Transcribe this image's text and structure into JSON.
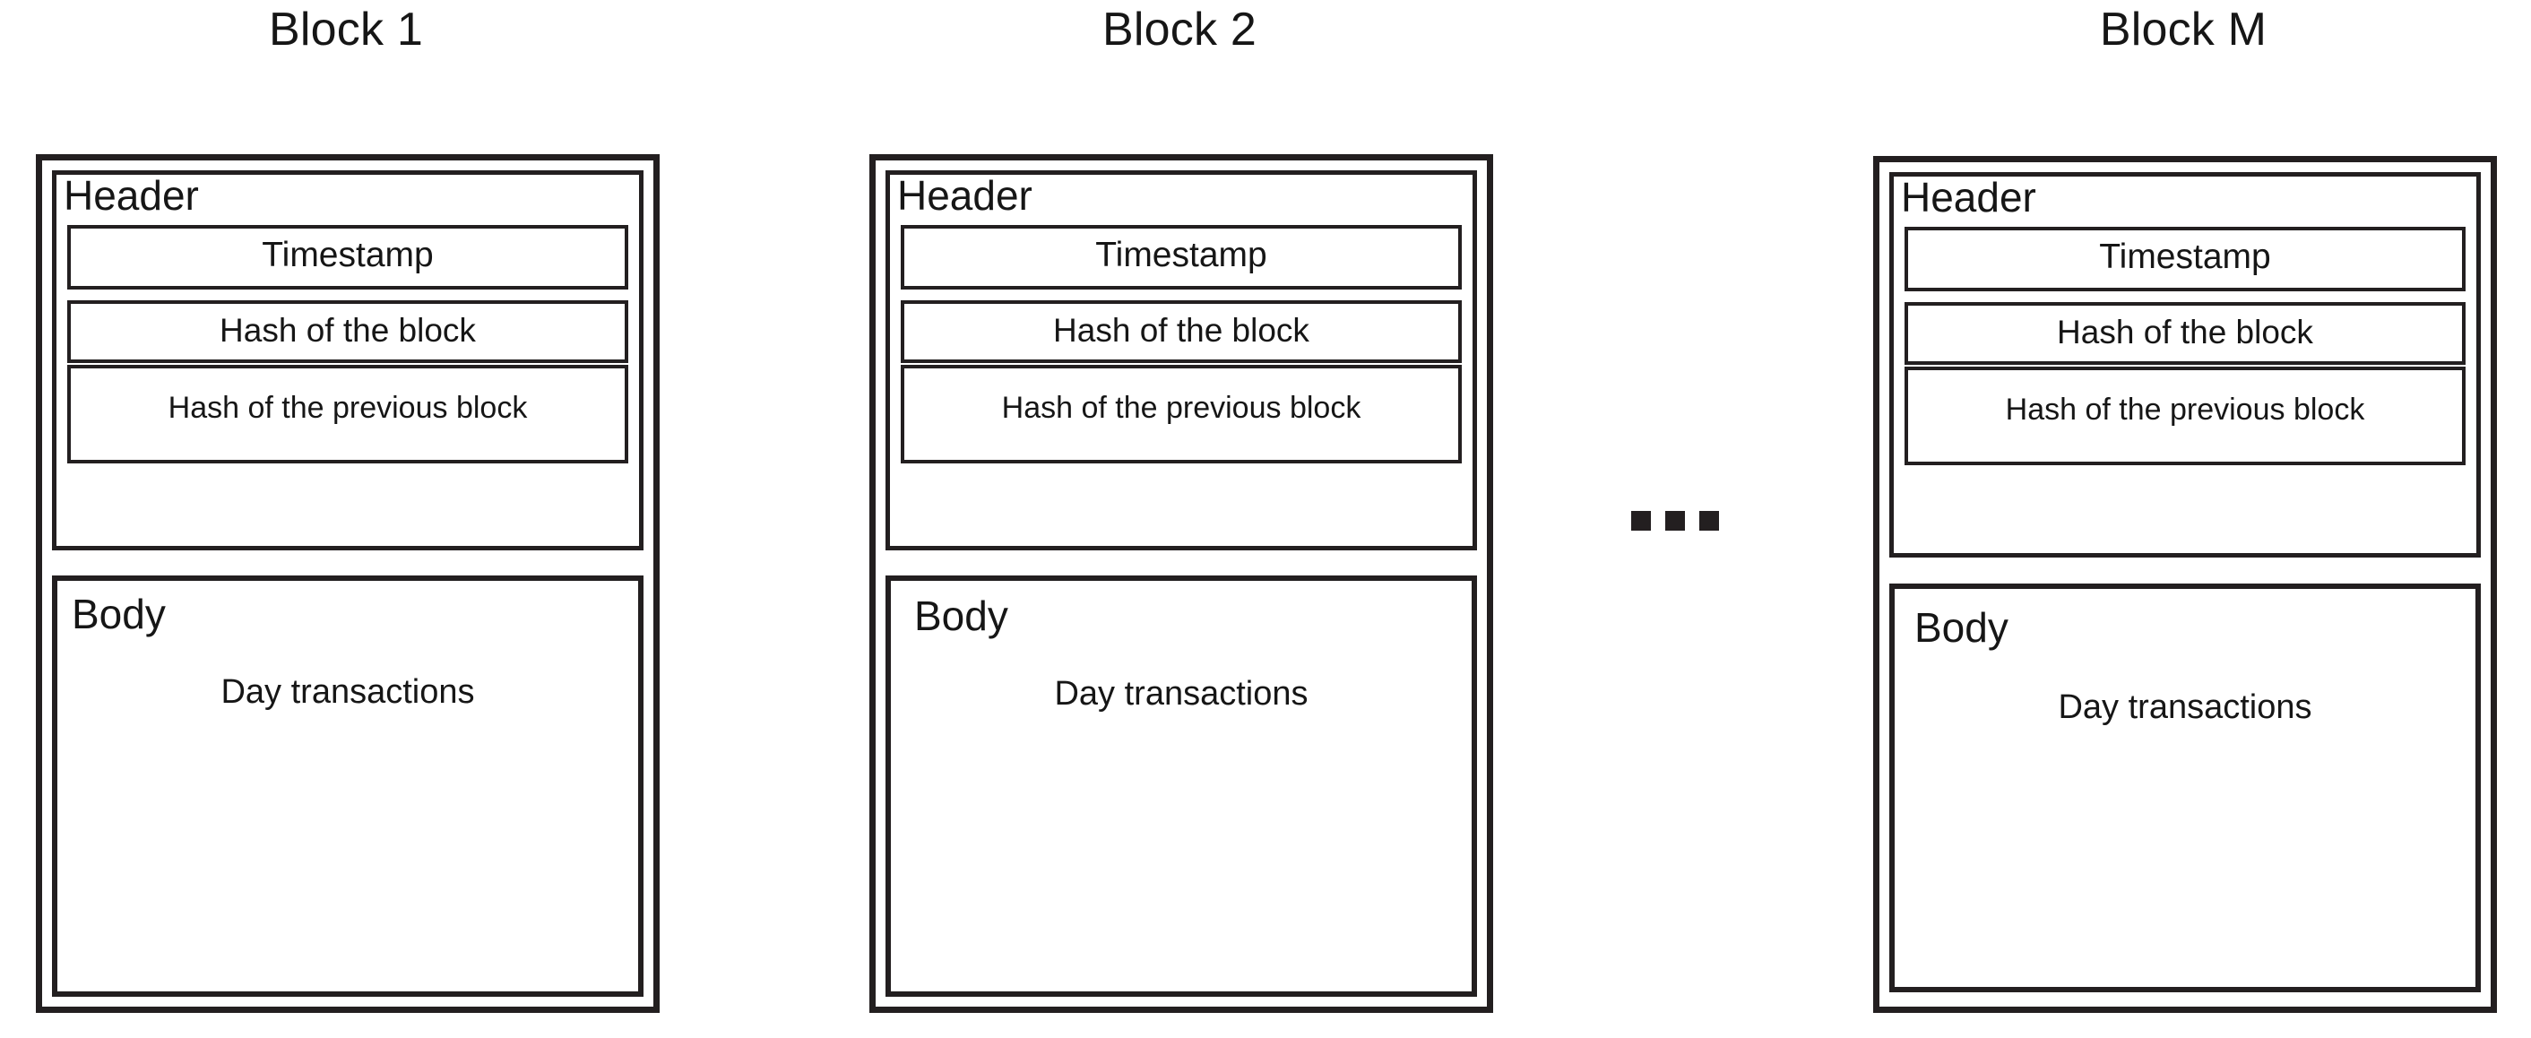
{
  "diagram": {
    "title_text": "",
    "line_color": "#231f20",
    "text_color": "#161616",
    "background": "#ffffff",
    "blocks": [
      {
        "caption": "Block 1",
        "header": {
          "title": "Header",
          "fields": [
            {
              "label": "Timestamp"
            },
            {
              "label": "Hash of the block"
            },
            {
              "label": "Hash of the previous block"
            }
          ]
        },
        "body": {
          "title": "Body",
          "content": "Day transactions"
        }
      },
      {
        "caption": "Block 2",
        "header": {
          "title": "Header",
          "fields": [
            {
              "label": "Timestamp"
            },
            {
              "label": "Hash of the block"
            },
            {
              "label": "Hash of the previous block"
            }
          ]
        },
        "body": {
          "title": "Body",
          "content": "Day transactions"
        }
      },
      {
        "caption": "Block M",
        "header": {
          "title": "Header",
          "fields": [
            {
              "label": "Timestamp"
            },
            {
              "label": "Hash of the block"
            },
            {
              "label": "Hash of the previous block"
            }
          ]
        },
        "body": {
          "title": "Body",
          "content": "Day transactions"
        }
      }
    ],
    "ellipsis": {
      "name": "continuation-ellipsis",
      "dot_count": 3,
      "glyph": "..."
    }
  }
}
